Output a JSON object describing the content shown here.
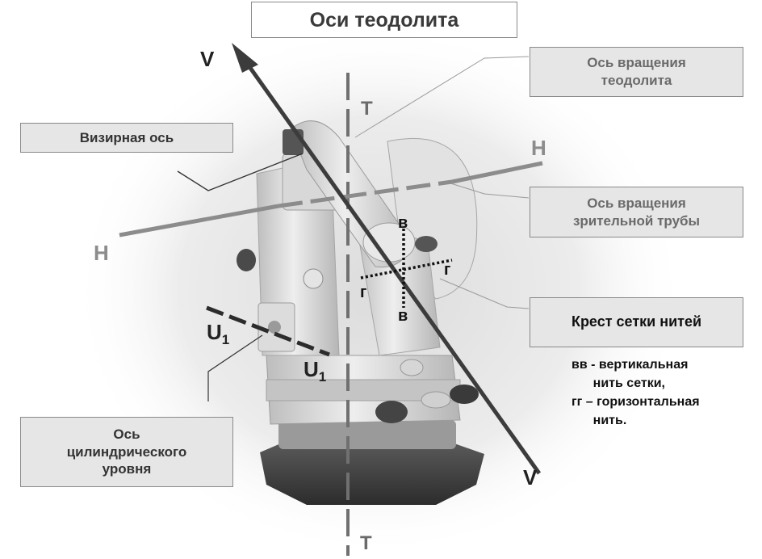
{
  "title": "Оси теодолита",
  "labels": {
    "rotation_axis": "Ось вращения\nтеодолита",
    "sight_axis": "Визирная ось",
    "telescope_axis": "Ось вращения\nзрительной трубы",
    "crosshair": "Крест сетки нитей",
    "level_axis": "Ось\nцилиндрического\nуровня"
  },
  "legend": {
    "line1": "вв - вертикальная",
    "line2": "      нить сетки,",
    "line3": "гг – горизонтальная",
    "line4": "      нить."
  },
  "axis_letters": {
    "V_top": "V",
    "V_bottom": "V",
    "T_top": "T",
    "T_bottom": "T",
    "H_right": "H",
    "H_left": "H",
    "U_upper": "U",
    "U_lower": "U",
    "U_sub": "1",
    "v_top": "в",
    "v_bottom": "в",
    "g_left": "г",
    "g_right": "г"
  },
  "colors": {
    "V_axis": "#3a3a3a",
    "T_axis": "#6e6e6e",
    "H_axis": "#8c8c8c",
    "U_axis": "#333333",
    "box_fill": "#e6e6e6",
    "box_border": "#8a8a8a",
    "instrument_body": "#cfcfcf"
  }
}
